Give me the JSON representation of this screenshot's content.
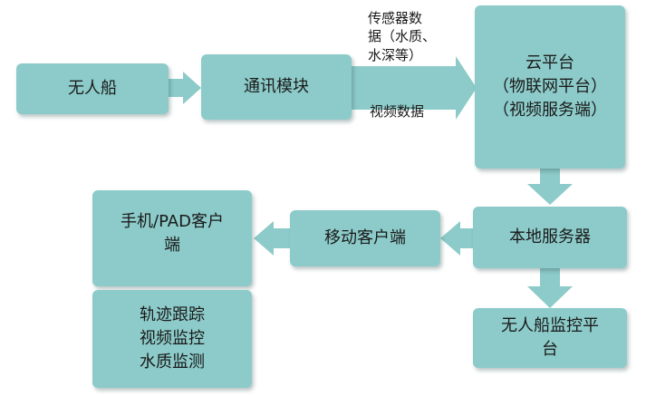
{
  "nodes": {
    "unmanned_boat": "无人船",
    "comm_module": "通讯模块",
    "cloud": [
      "云平台",
      "（物联网平台）",
      "（视频服务端）"
    ],
    "local_server": "本地服务器",
    "mobile_client": "移动客户端",
    "pad_client": [
      "手机/PAD客户",
      "端"
    ],
    "features": [
      "轨迹跟踪",
      "视频监控",
      "水质监测"
    ],
    "boat_monitor": [
      "无人船监控平",
      "台"
    ]
  },
  "labels": {
    "sensor_data": [
      "传感器数",
      "据（水质、",
      "水深等）"
    ],
    "video_data": "视频数据"
  },
  "colors": {
    "box_fill": "#8ccbc9",
    "arrow_fill": "#8ccbc9"
  }
}
